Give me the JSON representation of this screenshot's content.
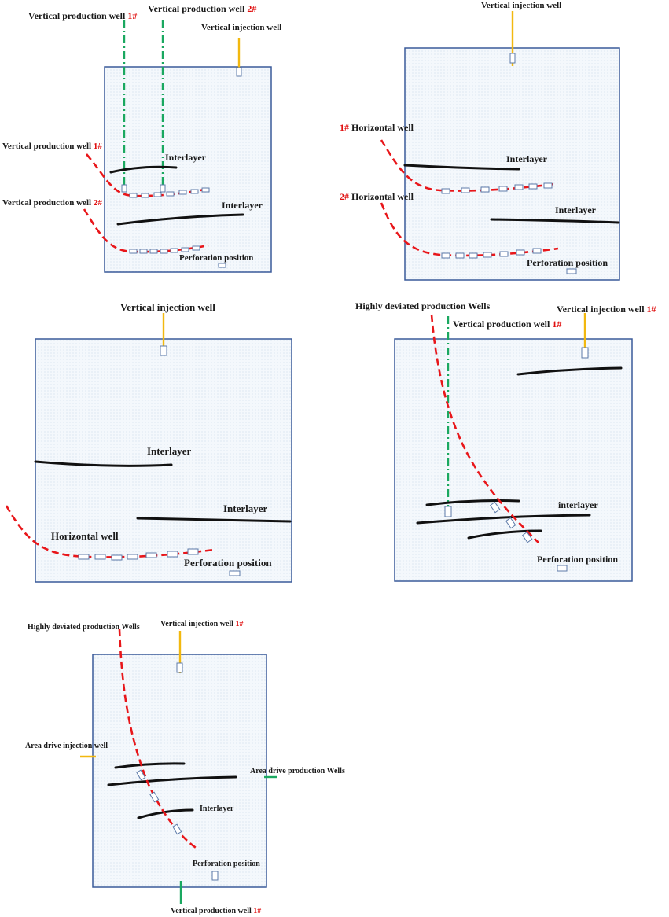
{
  "colors": {
    "interlayer": "#111111",
    "horizontal_well": "#e8161a",
    "vertical_production_well": "#1aa860",
    "injection_well": "#f2b80f",
    "frame": "#3a5a9a",
    "red_text": "#e01010"
  },
  "panels": {
    "p1": {
      "vpw1_top": "Vertical production well",
      "vpw1_top_num": "1#",
      "vpw2_top": "Vertical production well",
      "vpw2_top_num": "2#",
      "injection": "Vertical injection well",
      "well1": "Vertical production well",
      "well1_num": "1#",
      "well2": "Vertical production well",
      "well2_num": "2#",
      "interlayer1": "Interlayer",
      "interlayer2": "Interlayer",
      "perforation": "Perforation position"
    },
    "p2": {
      "injection": "Vertical injection well",
      "h1_num": "1#",
      "h1": "Horizontal  well",
      "h2_num": "2#",
      "h2": "Horizontal   well",
      "interlayer1": "Interlayer",
      "interlayer2": "Interlayer",
      "perforation": "Perforation position"
    },
    "p3": {
      "injection": "Vertical injection well",
      "interlayer1": "Interlayer",
      "interlayer2": "Interlayer",
      "horizontal": "Horizontal well",
      "perforation": "Perforation position"
    },
    "p4": {
      "deviated": "Highly deviated production Wells",
      "vpw": "Vertical production well",
      "vpw_num": "1#",
      "injection": "Vertical injection well",
      "injection_num": "1#",
      "interlayer": "interlayer",
      "perforation": "Perforation position"
    },
    "p5": {
      "deviated": "Highly deviated production Wells",
      "injection": "Vertical injection well",
      "injection_num": "1#",
      "area_injection": "Area drive injection well",
      "area_production": "Area drive production Wells",
      "interlayer": "Interlayer",
      "perforation": "Perforation position",
      "vpw": "Vertical production well",
      "vpw_num": "1#"
    }
  }
}
